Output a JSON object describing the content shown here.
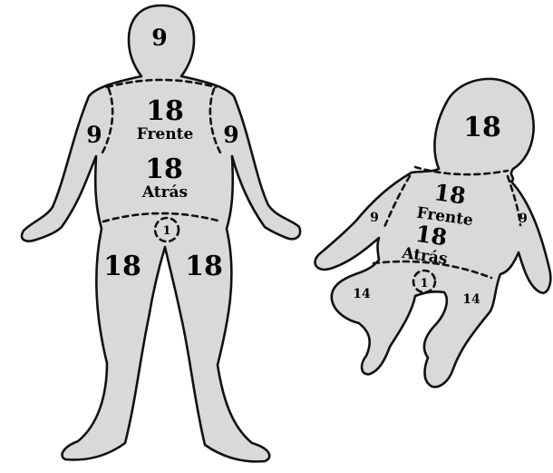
{
  "adult": {
    "head": "9",
    "left_arm": "9",
    "right_arm": "9",
    "front_value": "18",
    "front_label": "Frente",
    "back_value": "18",
    "back_label": "Atrás",
    "genital": "1",
    "left_leg": "18",
    "right_leg": "18"
  },
  "child": {
    "head": "18",
    "front_value": "18",
    "front_label": "Frente",
    "back_value": "18",
    "back_label": "Atrás",
    "left_arm": "9",
    "right_arm": "9",
    "genital": "1",
    "left_leg": "14",
    "right_leg": "14"
  },
  "colors": {
    "skin": "#d9d9d9",
    "outline": "#111111"
  }
}
